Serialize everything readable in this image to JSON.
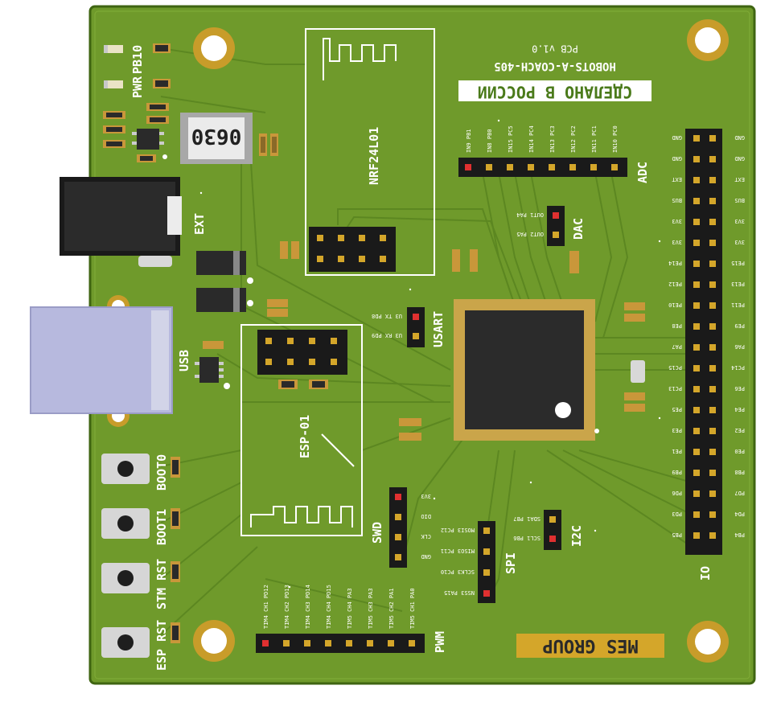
{
  "board": {
    "made_in": "СДЕЛАНО В РОССИИ",
    "project": "HOBOTS-A-COACH-405",
    "version": "PCB v1.0",
    "brand": "MES GROUP",
    "inductor": "0630",
    "nrf": "NRF24L01",
    "esp": "ESP-01"
  },
  "labels": {
    "pwr": "PWR",
    "pb10": "PB10",
    "ext": "EXT",
    "usb": "USB",
    "boot0": "BOOT0",
    "boot1": "BOOT1",
    "stm_rst": "STM RST",
    "esp_rst": "ESP RST",
    "adc": "ADC",
    "dac": "DAC",
    "usart": "USART",
    "swd": "SWD",
    "spi": "SPI",
    "i2c": "I2C",
    "pwm": "PWM",
    "io": "IO"
  },
  "adc_pins": [
    "IN9 PB1",
    "IN8 PB0",
    "IN15 PC5",
    "IN14 PC4",
    "IN13 PC3",
    "IN12 PC2",
    "IN11 PC1",
    "IN10 PC0"
  ],
  "dac_pins": [
    "OUT1 PA4",
    "OUT2 PA5"
  ],
  "usart_pins": [
    "U3 TX PD8",
    "U3 RX PD9"
  ],
  "swd_pins": [
    "3V3",
    "DIO",
    "CLK",
    "GND"
  ],
  "spi_pins": [
    "MOSI3 PC12",
    "MISO3 PC11",
    "SCLK3 PC10",
    "NSS3 PA15"
  ],
  "i2c_pins": [
    "SDA1 PB7",
    "SCL1 PB6"
  ],
  "pwm_pins": [
    "TIM4 CH1 PD12",
    "TIM4 CH2 PD13",
    "TIM4 CH3 PD14",
    "TIM4 CH4 PD15",
    "TIM5 CH4 PA3",
    "TIM5 CH3 PA3",
    "TIM5 CH2 PA1",
    "TIM5 CH1 PA0"
  ],
  "io_left": [
    "GND",
    "GND",
    "EXT",
    "BUS",
    "3V3",
    "3V3",
    "PE14",
    "PE12",
    "PE10",
    "PE8",
    "PA7",
    "PC15",
    "PC13",
    "PE5",
    "PE3",
    "PE1",
    "PB9",
    "PD6",
    "PD3",
    "PB5"
  ],
  "io_right": [
    "GND",
    "GND",
    "EXT",
    "BUS",
    "3V3",
    "3V3",
    "PE15",
    "PE13",
    "PE11",
    "PE9",
    "PA6",
    "PC14",
    "PE6",
    "PE4",
    "PE2",
    "PE0",
    "PB8",
    "PD7",
    "PD4"
  ],
  "io_right_last": "PB4",
  "colors": {
    "pcb": "#6f9a2b",
    "pcb_edge": "#4f7a1a",
    "silk": "#ffffff",
    "gold": "#d4a62a",
    "chip": "#2a2a2a"
  }
}
